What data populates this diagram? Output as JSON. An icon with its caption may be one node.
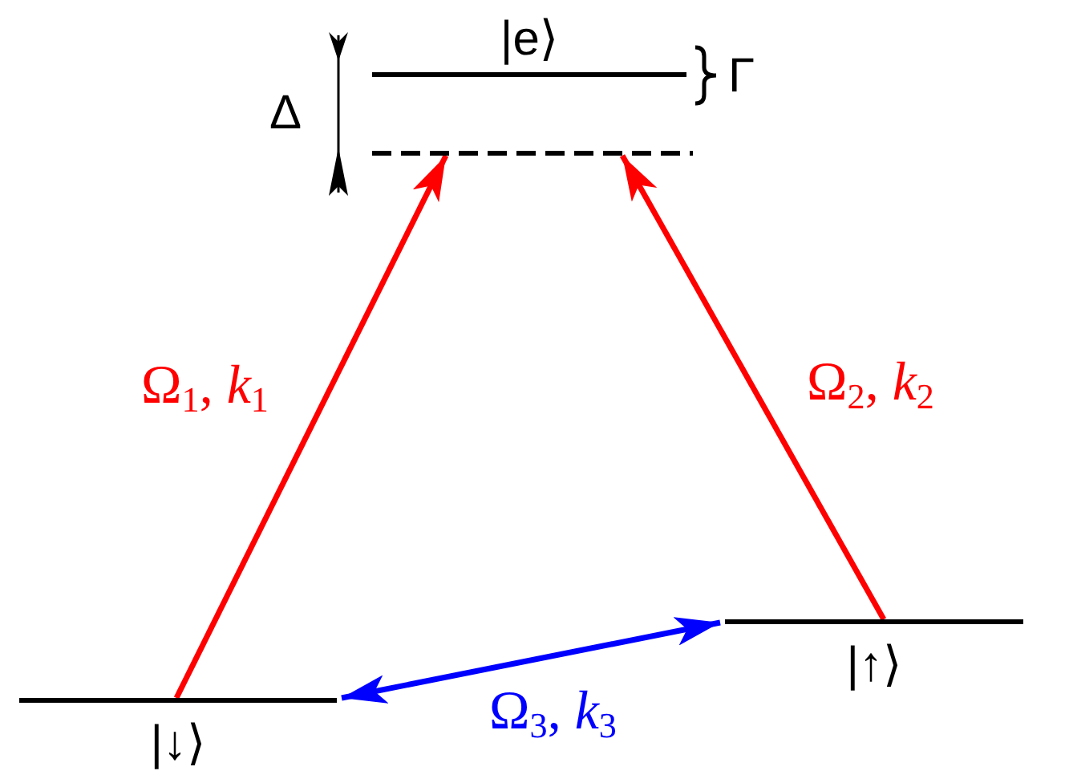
{
  "diagram": {
    "nodes": [
      {
        "text": [
          "|e⟩"
        ],
        "beside": [
          "Γ"
        ]
      },
      {
        "text": [],
        "shape": "line"
      },
      {
        "text": [
          "|↓⟩"
        ]
      },
      {
        "text": [
          "|↑⟩"
        ]
      }
    ],
    "edges": [
      {
        "from": 2,
        "to": 1,
        "arrow": "to",
        "label": "Ω$_{1}$, *k*$_{1}$"
      },
      {
        "from": 3,
        "to": 1,
        "arrow": "to",
        "label": "Ω$_{2}$, *k*$_{2}$"
      },
      {
        "from": 2,
        "to": 3,
        "arrow": "both",
        "label": "Ω$_{3}$, *k*$_{3}$",
        "color": "#0000ff"
      }
    ],
    "labels": [
      "Δ"
    ]
  }
}
